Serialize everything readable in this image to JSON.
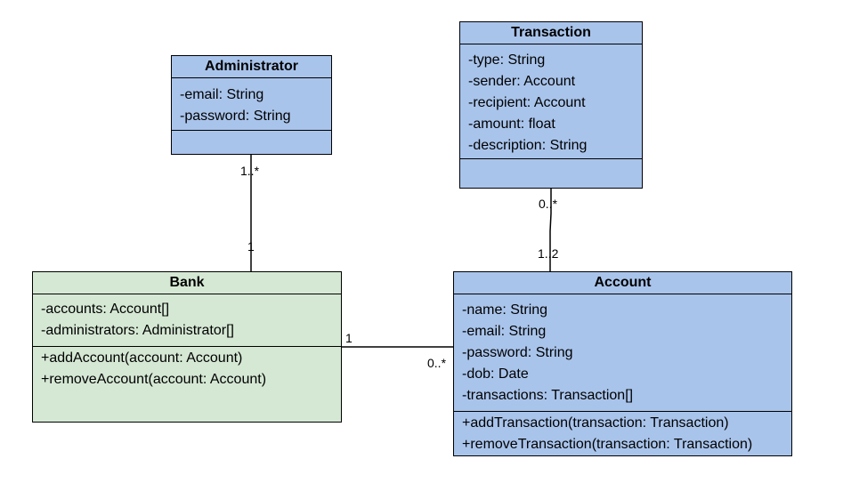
{
  "diagram": {
    "classes": {
      "administrator": {
        "name": "Administrator",
        "attributes": [
          "-email: String",
          "-password: String"
        ],
        "operations": []
      },
      "transaction": {
        "name": "Transaction",
        "attributes": [
          "-type: String",
          "-sender: Account",
          "-recipient: Account",
          "-amount: float",
          "-description: String"
        ],
        "operations": []
      },
      "bank": {
        "name": "Bank",
        "attributes": [
          "-accounts: Account[]",
          "-administrators: Administrator[]"
        ],
        "operations": [
          "+addAccount(account: Account)",
          "+removeAccount(account: Account)"
        ]
      },
      "account": {
        "name": "Account",
        "attributes": [
          "-name: String",
          "-email: String",
          "-password: String",
          "-dob: Date",
          "-transactions: Transaction[]"
        ],
        "operations": [
          "+addTransaction(transaction: Transaction)",
          "+removeTransaction(transaction: Transaction)"
        ]
      }
    },
    "associations": {
      "admin_bank": {
        "admin_end": "1..*",
        "bank_end": "1"
      },
      "transaction_account": {
        "transaction_end": "0..*",
        "account_end": "1..2"
      },
      "bank_account": {
        "bank_end": "1",
        "account_end": "0..*"
      }
    },
    "colors": {
      "entity_fill": "#a9c4eb",
      "bank_fill": "#d5e8d4",
      "line": "#000000"
    }
  }
}
